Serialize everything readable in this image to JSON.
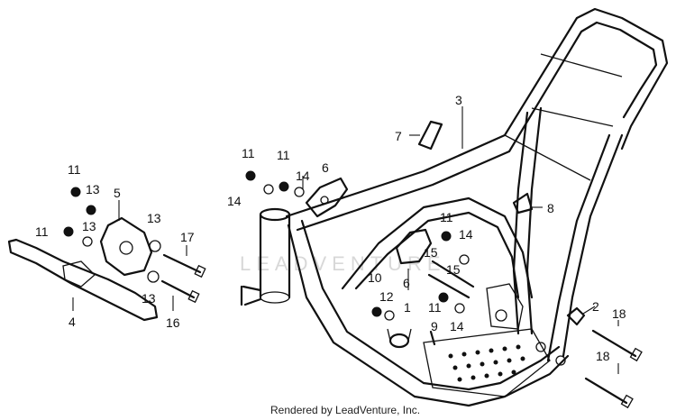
{
  "watermark": "LEADVENTURE",
  "footer": "Rendered by LeadVenture, Inc.",
  "labels": {
    "n1": "1",
    "n2": "2",
    "n3": "3",
    "n4": "4",
    "n5": "5",
    "n6a": "6",
    "n6b": "6",
    "n7": "7",
    "n8": "8",
    "n9": "9",
    "n10": "10",
    "n11a": "11",
    "n11b": "11",
    "n11c": "11",
    "n11d": "11",
    "n11e": "11",
    "n11f": "11",
    "n12": "12",
    "n13a": "13",
    "n13b": "13",
    "n13c": "13",
    "n13d": "13",
    "n14a": "14",
    "n14b": "14",
    "n14c": "14",
    "n14d": "14",
    "n15a": "15",
    "n15b": "15",
    "n16": "16",
    "n17": "17",
    "n18a": "18",
    "n18b": "18"
  }
}
